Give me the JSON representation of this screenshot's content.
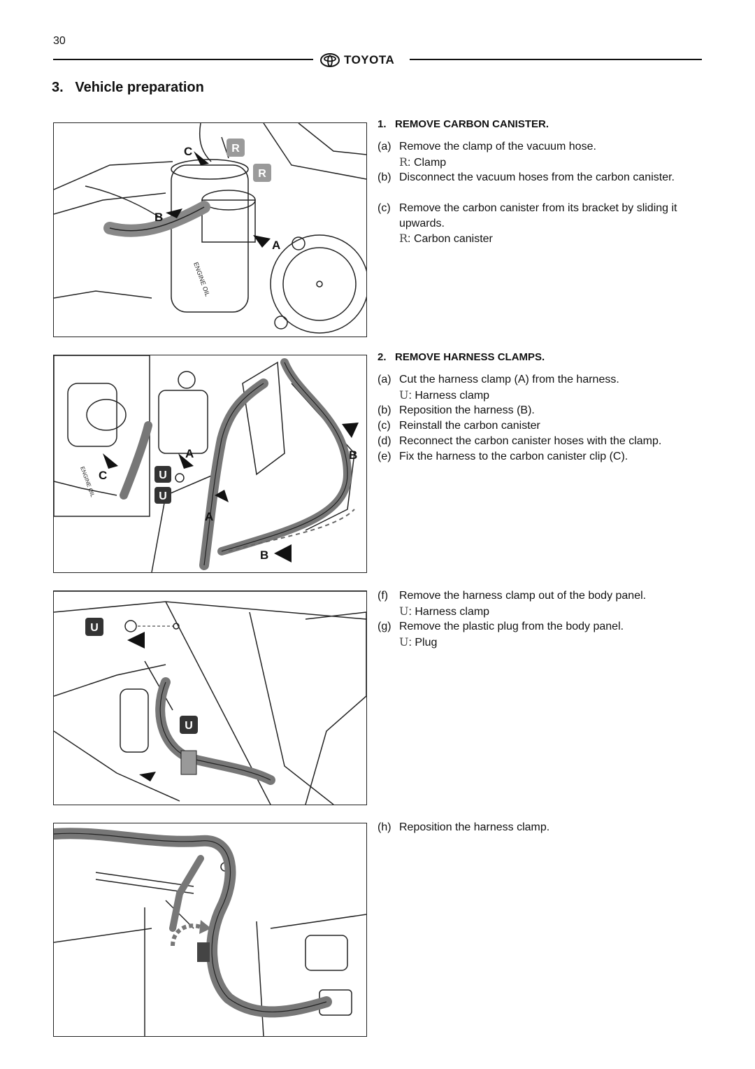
{
  "header": {
    "page_number": "30",
    "brand": "TOYOTA"
  },
  "section_title": "3.   Vehicle preparation",
  "figures": [
    {
      "callouts": [
        "C",
        "B",
        "A"
      ],
      "badges": [
        "R",
        "R"
      ],
      "label_texts": [
        "ENGINE OIL"
      ]
    },
    {
      "callouts": [
        "C",
        "A",
        "B",
        "A",
        "B"
      ],
      "badges": [
        "U",
        "U"
      ],
      "label_texts": [
        "ENGINE OIL"
      ]
    },
    {
      "badges": [
        "U",
        "U"
      ]
    },
    {}
  ],
  "steps": [
    {
      "heading": "1.   REMOVE CARBON CANISTER.",
      "items": [
        {
          "label": "(a)",
          "text": "Remove the clamp of the vacuum hose."
        },
        {
          "label": "(b)",
          "text": "Disconnect the vacuum hoses from the carbon canister."
        },
        {
          "label": "(c)",
          "text": "Remove the carbon canister from its bracket by sliding it upwards."
        }
      ],
      "notes": [
        {
          "symbol": "R",
          "text": ": Clamp"
        },
        {
          "symbol": "R",
          "text": ": Carbon canister"
        }
      ]
    },
    {
      "heading": "2.   REMOVE HARNESS CLAMPS.",
      "items": [
        {
          "label": "(a)",
          "text": "Cut the harness clamp (A) from the harness."
        },
        {
          "label": "(b)",
          "text": "Reposition the harness (B)."
        },
        {
          "label": "(c)",
          "text": "Reinstall the carbon canister"
        },
        {
          "label": "(d)",
          "text": "Reconnect the carbon canister hoses with the clamp."
        },
        {
          "label": "(e)",
          "text": "Fix the harness to the carbon canister clip (C)."
        },
        {
          "label": "(f)",
          "text": "Remove the harness clamp out of the body panel."
        },
        {
          "label": "(g)",
          "text": "Remove the plastic plug from the body panel."
        },
        {
          "label": "(h)",
          "text": "Reposition the harness clamp."
        }
      ],
      "notes": [
        {
          "symbol": "U",
          "text": ": Harness clamp"
        },
        {
          "symbol": "U",
          "text": ": Harness clamp"
        },
        {
          "symbol": "U",
          "text": ": Plug"
        }
      ]
    }
  ]
}
